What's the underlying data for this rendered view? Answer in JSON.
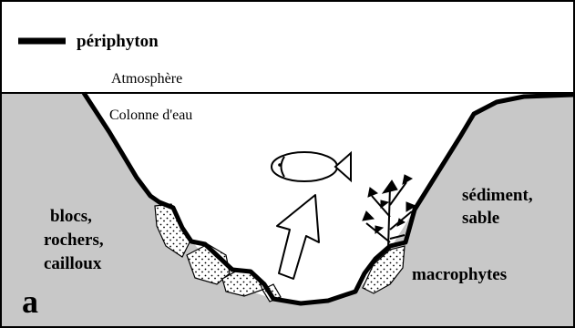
{
  "legend": {
    "label": "périphyton"
  },
  "zones": {
    "atmosphere": "Atmosphère",
    "water_column": "Colonne d'eau"
  },
  "substrates": {
    "left": [
      "blocs,",
      "rochers,",
      "cailloux"
    ],
    "right": [
      "sédiment,",
      "sable"
    ]
  },
  "vegetation": {
    "label": "macrophytes"
  },
  "panel": {
    "letter": "a"
  },
  "colors": {
    "ground": "#c8c8c8",
    "line": "#000000",
    "background": "#ffffff",
    "arrow_fill": "#ffffff"
  },
  "icons": {
    "fish": "fish-icon",
    "arrow": "upward-arrow",
    "plant": "macrophyte-plant"
  }
}
